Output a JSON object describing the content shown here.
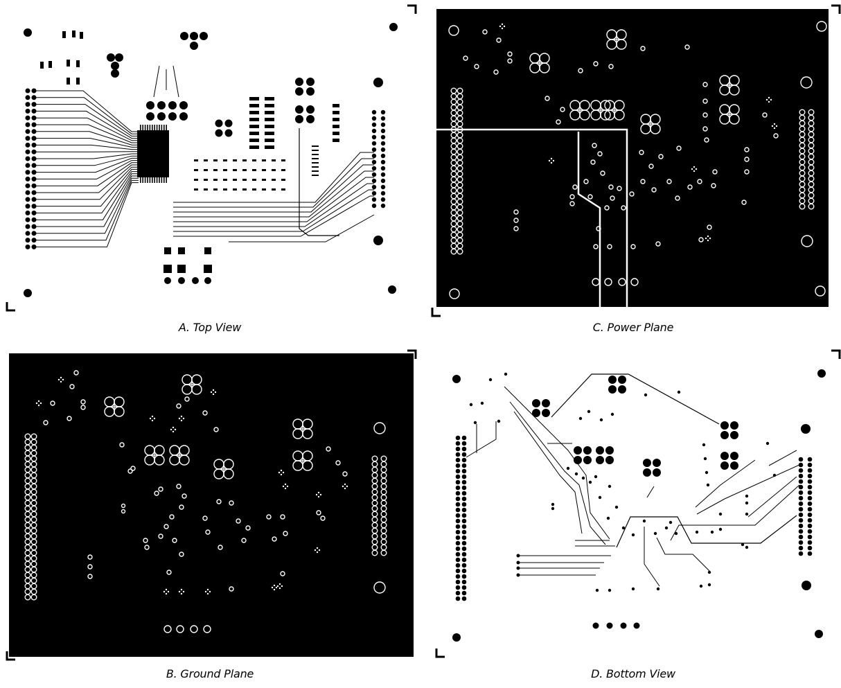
{
  "panels": [
    {
      "id": "top-view",
      "caption": "A. Top View",
      "style": "light"
    },
    {
      "id": "power-plane",
      "caption": "C. Power Plane",
      "style": "dark"
    },
    {
      "id": "ground-plane",
      "caption": "B. Ground Plane",
      "style": "dark"
    },
    {
      "id": "bottom-view",
      "caption": "D. Bottom View",
      "style": "light"
    }
  ],
  "colors": {
    "copper": "#000000",
    "background": "#ffffff",
    "clearance": "#ffffff"
  }
}
